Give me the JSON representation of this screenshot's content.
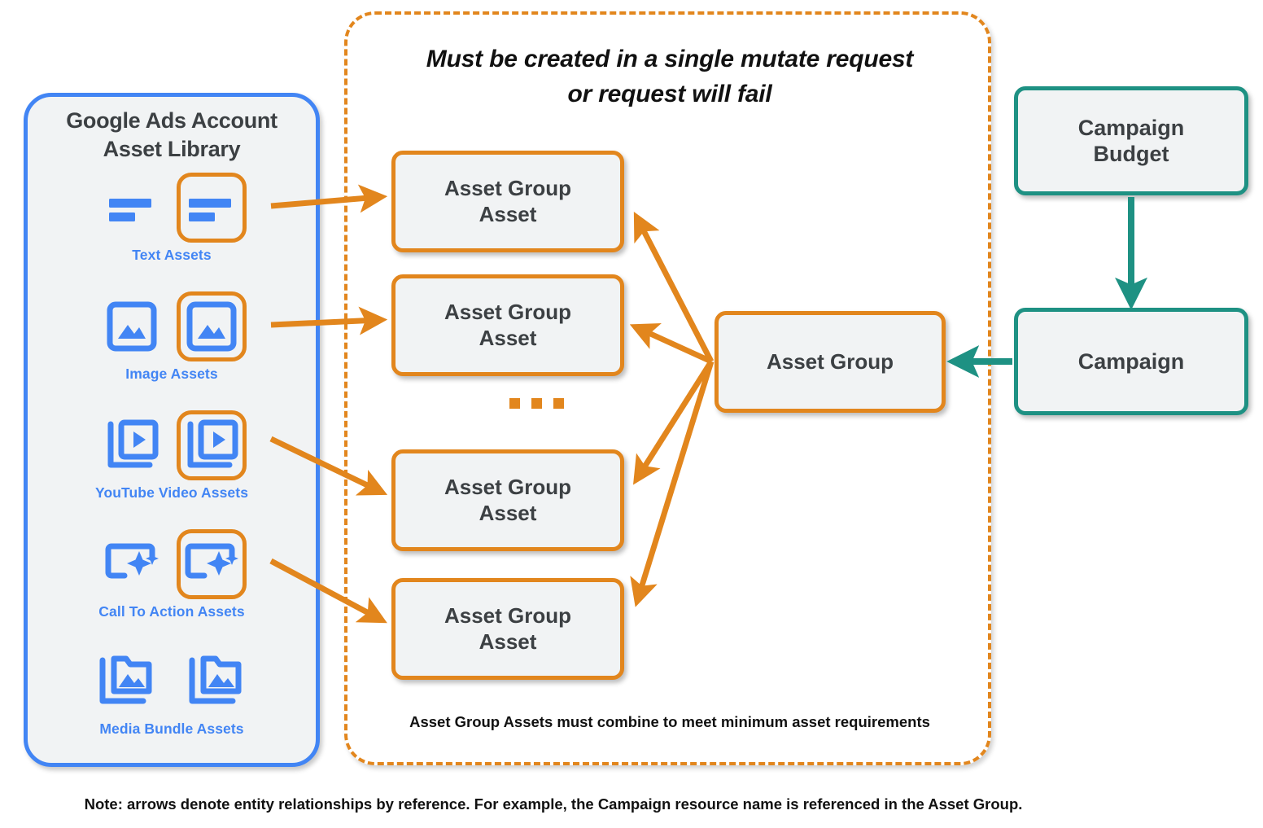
{
  "colors": {
    "blue": "#4285f4",
    "orange": "#e2861d",
    "teal": "#1e9183",
    "node_fill": "#f1f3f4",
    "text_dark": "#3c4043"
  },
  "asset_library": {
    "title": "Google Ads Account\nAsset Library",
    "title_line1": "Google Ads Account",
    "title_line2": "Asset Library",
    "rows": [
      {
        "caption": "Text Assets",
        "icon": "text-lines-icon",
        "highlighted_index": 1
      },
      {
        "caption": "Image Assets",
        "icon": "image-icon",
        "highlighted_index": 1
      },
      {
        "caption": "YouTube Video  Assets",
        "icon": "video-stack-icon",
        "highlighted_index": 1
      },
      {
        "caption": "Call To Action Assets",
        "icon": "call-to-action-icon",
        "highlighted_index": 1
      },
      {
        "caption": "Media Bundle  Assets",
        "icon": "media-bundle-icon",
        "highlighted_index": -1
      }
    ]
  },
  "mutate_container": {
    "title_line1": "Must be created in a single mutate request",
    "title_line2": "or request will fail",
    "footnote": "Asset Group Assets must combine to meet minimum asset requirements",
    "ellipsis": "..."
  },
  "asset_group_assets": [
    {
      "label": "Asset Group\nAsset",
      "line1": "Asset Group",
      "line2": "Asset"
    },
    {
      "label": "Asset Group\nAsset",
      "line1": "Asset Group",
      "line2": "Asset"
    },
    {
      "label": "Asset Group\nAsset",
      "line1": "Asset Group",
      "line2": "Asset"
    },
    {
      "label": "Asset Group\nAsset",
      "line1": "Asset Group",
      "line2": "Asset"
    }
  ],
  "nodes": {
    "asset_group": "Asset Group",
    "campaign_budget_line1": "Campaign",
    "campaign_budget_line2": "Budget",
    "campaign": "Campaign"
  },
  "bottom_note": "Note: arrows denote entity relationships by reference. For example, the Campaign resource name is referenced in the Asset Group."
}
